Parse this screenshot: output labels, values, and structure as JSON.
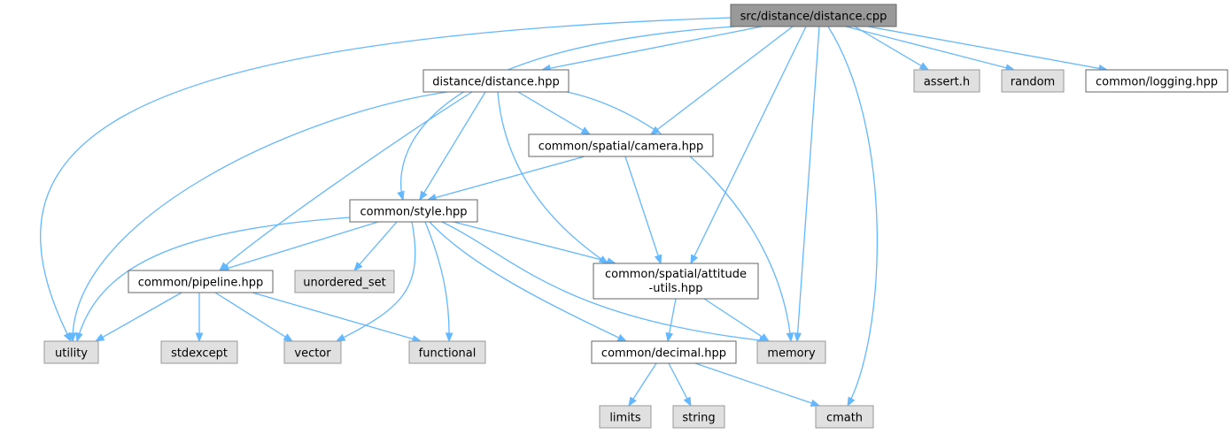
{
  "graph": {
    "nodes": {
      "root": {
        "label": "src/distance/distance.cpp",
        "kind": "root"
      },
      "distance_hpp": {
        "label": "distance/distance.hpp",
        "kind": "file"
      },
      "assert_h": {
        "label": "assert.h",
        "kind": "system"
      },
      "random": {
        "label": "random",
        "kind": "system"
      },
      "logging_hpp": {
        "label": "common/logging.hpp",
        "kind": "file"
      },
      "camera_hpp": {
        "label": "common/spatial/camera.hpp",
        "kind": "file"
      },
      "style_hpp": {
        "label": "common/style.hpp",
        "kind": "file"
      },
      "pipeline_hpp": {
        "label": "common/pipeline.hpp",
        "kind": "file"
      },
      "unordered_set": {
        "label": "unordered_set",
        "kind": "system"
      },
      "attitude_utils": {
        "label": [
          "common/spatial/attitude",
          "-utils.hpp"
        ],
        "kind": "file"
      },
      "utility": {
        "label": "utility",
        "kind": "system"
      },
      "stdexcept": {
        "label": "stdexcept",
        "kind": "system"
      },
      "vector": {
        "label": "vector",
        "kind": "system"
      },
      "functional": {
        "label": "functional",
        "kind": "system"
      },
      "decimal_hpp": {
        "label": "common/decimal.hpp",
        "kind": "file"
      },
      "memory": {
        "label": "memory",
        "kind": "system"
      },
      "limits": {
        "label": "limits",
        "kind": "system"
      },
      "string": {
        "label": "string",
        "kind": "system"
      },
      "cmath": {
        "label": "cmath",
        "kind": "system"
      }
    },
    "edges": [
      {
        "from": "root",
        "to": "distance_hpp"
      },
      {
        "from": "root",
        "to": "assert_h"
      },
      {
        "from": "root",
        "to": "random"
      },
      {
        "from": "root",
        "to": "logging_hpp"
      },
      {
        "from": "root",
        "to": "camera_hpp"
      },
      {
        "from": "root",
        "to": "style_hpp"
      },
      {
        "from": "root",
        "to": "attitude_utils"
      },
      {
        "from": "root",
        "to": "utility"
      },
      {
        "from": "root",
        "to": "memory"
      },
      {
        "from": "root",
        "to": "cmath"
      },
      {
        "from": "distance_hpp",
        "to": "camera_hpp"
      },
      {
        "from": "distance_hpp",
        "to": "style_hpp"
      },
      {
        "from": "distance_hpp",
        "to": "pipeline_hpp"
      },
      {
        "from": "distance_hpp",
        "to": "attitude_utils"
      },
      {
        "from": "distance_hpp",
        "to": "utility"
      },
      {
        "from": "distance_hpp",
        "to": "memory"
      },
      {
        "from": "camera_hpp",
        "to": "style_hpp"
      },
      {
        "from": "camera_hpp",
        "to": "attitude_utils"
      },
      {
        "from": "style_hpp",
        "to": "pipeline_hpp"
      },
      {
        "from": "style_hpp",
        "to": "unordered_set"
      },
      {
        "from": "style_hpp",
        "to": "attitude_utils"
      },
      {
        "from": "style_hpp",
        "to": "utility"
      },
      {
        "from": "style_hpp",
        "to": "vector"
      },
      {
        "from": "style_hpp",
        "to": "functional"
      },
      {
        "from": "style_hpp",
        "to": "decimal_hpp"
      },
      {
        "from": "style_hpp",
        "to": "memory"
      },
      {
        "from": "pipeline_hpp",
        "to": "utility"
      },
      {
        "from": "pipeline_hpp",
        "to": "stdexcept"
      },
      {
        "from": "pipeline_hpp",
        "to": "vector"
      },
      {
        "from": "pipeline_hpp",
        "to": "functional"
      },
      {
        "from": "attitude_utils",
        "to": "decimal_hpp"
      },
      {
        "from": "attitude_utils",
        "to": "memory"
      },
      {
        "from": "decimal_hpp",
        "to": "limits"
      },
      {
        "from": "decimal_hpp",
        "to": "string"
      },
      {
        "from": "decimal_hpp",
        "to": "cmath"
      }
    ]
  },
  "colors": {
    "edge": "#63b8ff",
    "root_fill": "#999999",
    "system_fill": "#e0e0e0",
    "file_fill": "#ffffff",
    "border": "#666666",
    "text": "#000000"
  }
}
